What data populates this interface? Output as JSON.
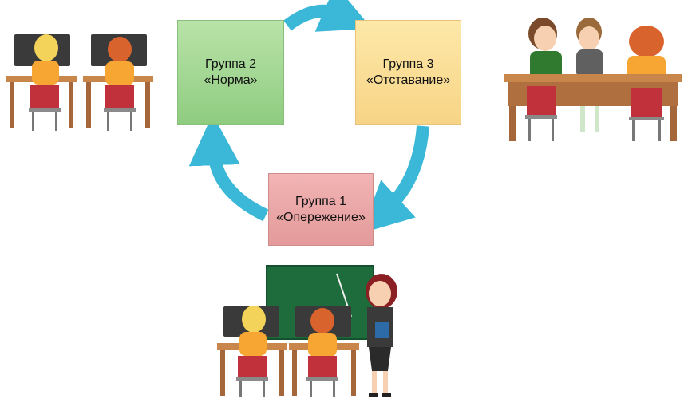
{
  "diagram": {
    "groups": [
      {
        "id": "g1",
        "line1": "Группа 1",
        "line2": "«Опережение»",
        "color": "#e8a3a3"
      },
      {
        "id": "g2",
        "line1": "Группа 2",
        "line2": "«Норма»",
        "color": "#a7d996"
      },
      {
        "id": "g3",
        "line1": "Группа 3",
        "line2": "«Отставание»",
        "color": "#fbe09a"
      }
    ],
    "arrow_color": "#3bb8d8",
    "icons": [
      "students-at-computers-icon",
      "students-at-table-icon",
      "teacher-with-chalkboard-icon"
    ]
  }
}
